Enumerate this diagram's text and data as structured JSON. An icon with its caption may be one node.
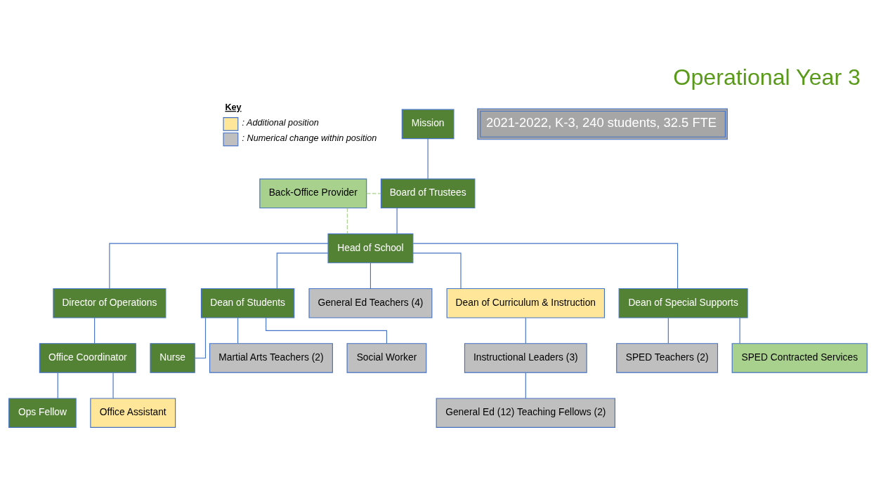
{
  "diagram": {
    "title": "Operational Year 3",
    "nodes": [
      {
        "text": [
          "Mission"
        ]
      },
      {
        "text": [
          "Board of Trustees"
        ]
      },
      {
        "text": [
          "Back-Office Provider"
        ]
      },
      {
        "text": [
          "Head of School"
        ]
      },
      {
        "text": [
          "Director of Operations"
        ]
      },
      {
        "text": [
          "Dean of Students"
        ]
      },
      {
        "text": [
          "General Ed Teachers (4)"
        ]
      },
      {
        "text": [
          "Dean of Curriculum & Instruction"
        ]
      },
      {
        "text": [
          "Dean of Special Supports"
        ]
      },
      {
        "text": [
          "Office Coordinator"
        ]
      },
      {
        "text": [
          "Ops Fellow"
        ]
      },
      {
        "text": [
          "Office Assistant"
        ]
      },
      {
        "text": [
          "Nurse"
        ]
      },
      {
        "text": [
          "Martial Arts Teachers (2)"
        ]
      },
      {
        "text": [
          "Social Worker"
        ]
      },
      {
        "text": [
          "Instructional Leaders (3)"
        ]
      },
      {
        "text": [
          "General Ed (12) Teaching Fellows (2)"
        ]
      },
      {
        "text": [
          "SPED Teachers (2)"
        ]
      },
      {
        "text": [
          "SPED Contracted Services"
        ]
      }
    ],
    "edges": [
      {
        "from": 0,
        "to": 1,
        "arrow": "none"
      },
      {
        "from": 2,
        "to": 1,
        "arrow": "none",
        "style": "dashed",
        "color": "#a9d18e"
      },
      {
        "from": 1,
        "to": 3,
        "arrow": "none"
      },
      {
        "from": 2,
        "to": 3,
        "arrow": "none",
        "style": "dashed",
        "color": "#a9d18e"
      },
      {
        "from": 3,
        "to": 4,
        "arrow": "none"
      },
      {
        "from": 3,
        "to": 5,
        "arrow": "none"
      },
      {
        "from": 3,
        "to": 6,
        "arrow": "none"
      },
      {
        "from": 3,
        "to": 7,
        "arrow": "none"
      },
      {
        "from": 3,
        "to": 8,
        "arrow": "none"
      },
      {
        "from": 4,
        "to": 9,
        "arrow": "none"
      },
      {
        "from": 9,
        "to": 10,
        "arrow": "none"
      },
      {
        "from": 9,
        "to": 11,
        "arrow": "none"
      },
      {
        "from": 5,
        "to": 12,
        "arrow": "none"
      },
      {
        "from": 5,
        "to": 13,
        "arrow": "none"
      },
      {
        "from": 5,
        "to": 14,
        "arrow": "none"
      },
      {
        "from": 7,
        "to": 15,
        "arrow": "none"
      },
      {
        "from": 15,
        "to": 16,
        "arrow": "none"
      },
      {
        "from": 8,
        "to": 17,
        "arrow": "none"
      },
      {
        "from": 8,
        "to": 18,
        "arrow": "none"
      }
    ],
    "labels": [
      "Key",
      "2021-2022, K-3, 240 students, 32.5 FTE"
    ],
    "legend": [
      {
        "text": ": Additional position",
        "color": "#ffe699"
      },
      {
        "text": ": Numerical change within position",
        "color": "#bfbfbf"
      }
    ]
  }
}
